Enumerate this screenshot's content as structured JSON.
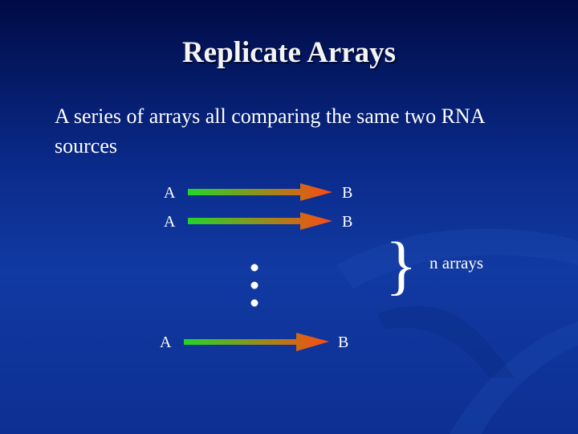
{
  "slide": {
    "title": "Replicate Arrays",
    "subtitle": "A series of arrays all comparing the same two RNA sources"
  },
  "diagram": {
    "rows": [
      {
        "source": "A",
        "target": "B"
      },
      {
        "source": "A",
        "target": "B"
      },
      {
        "source": "A",
        "target": "B"
      }
    ],
    "brace_symbol": "}",
    "brace_label": "n arrays"
  },
  "colors": {
    "arrow_start": "#22d52a",
    "arrow_end": "#ff4a12",
    "background_top": "#000b45",
    "background_bottom": "#113aa2"
  }
}
